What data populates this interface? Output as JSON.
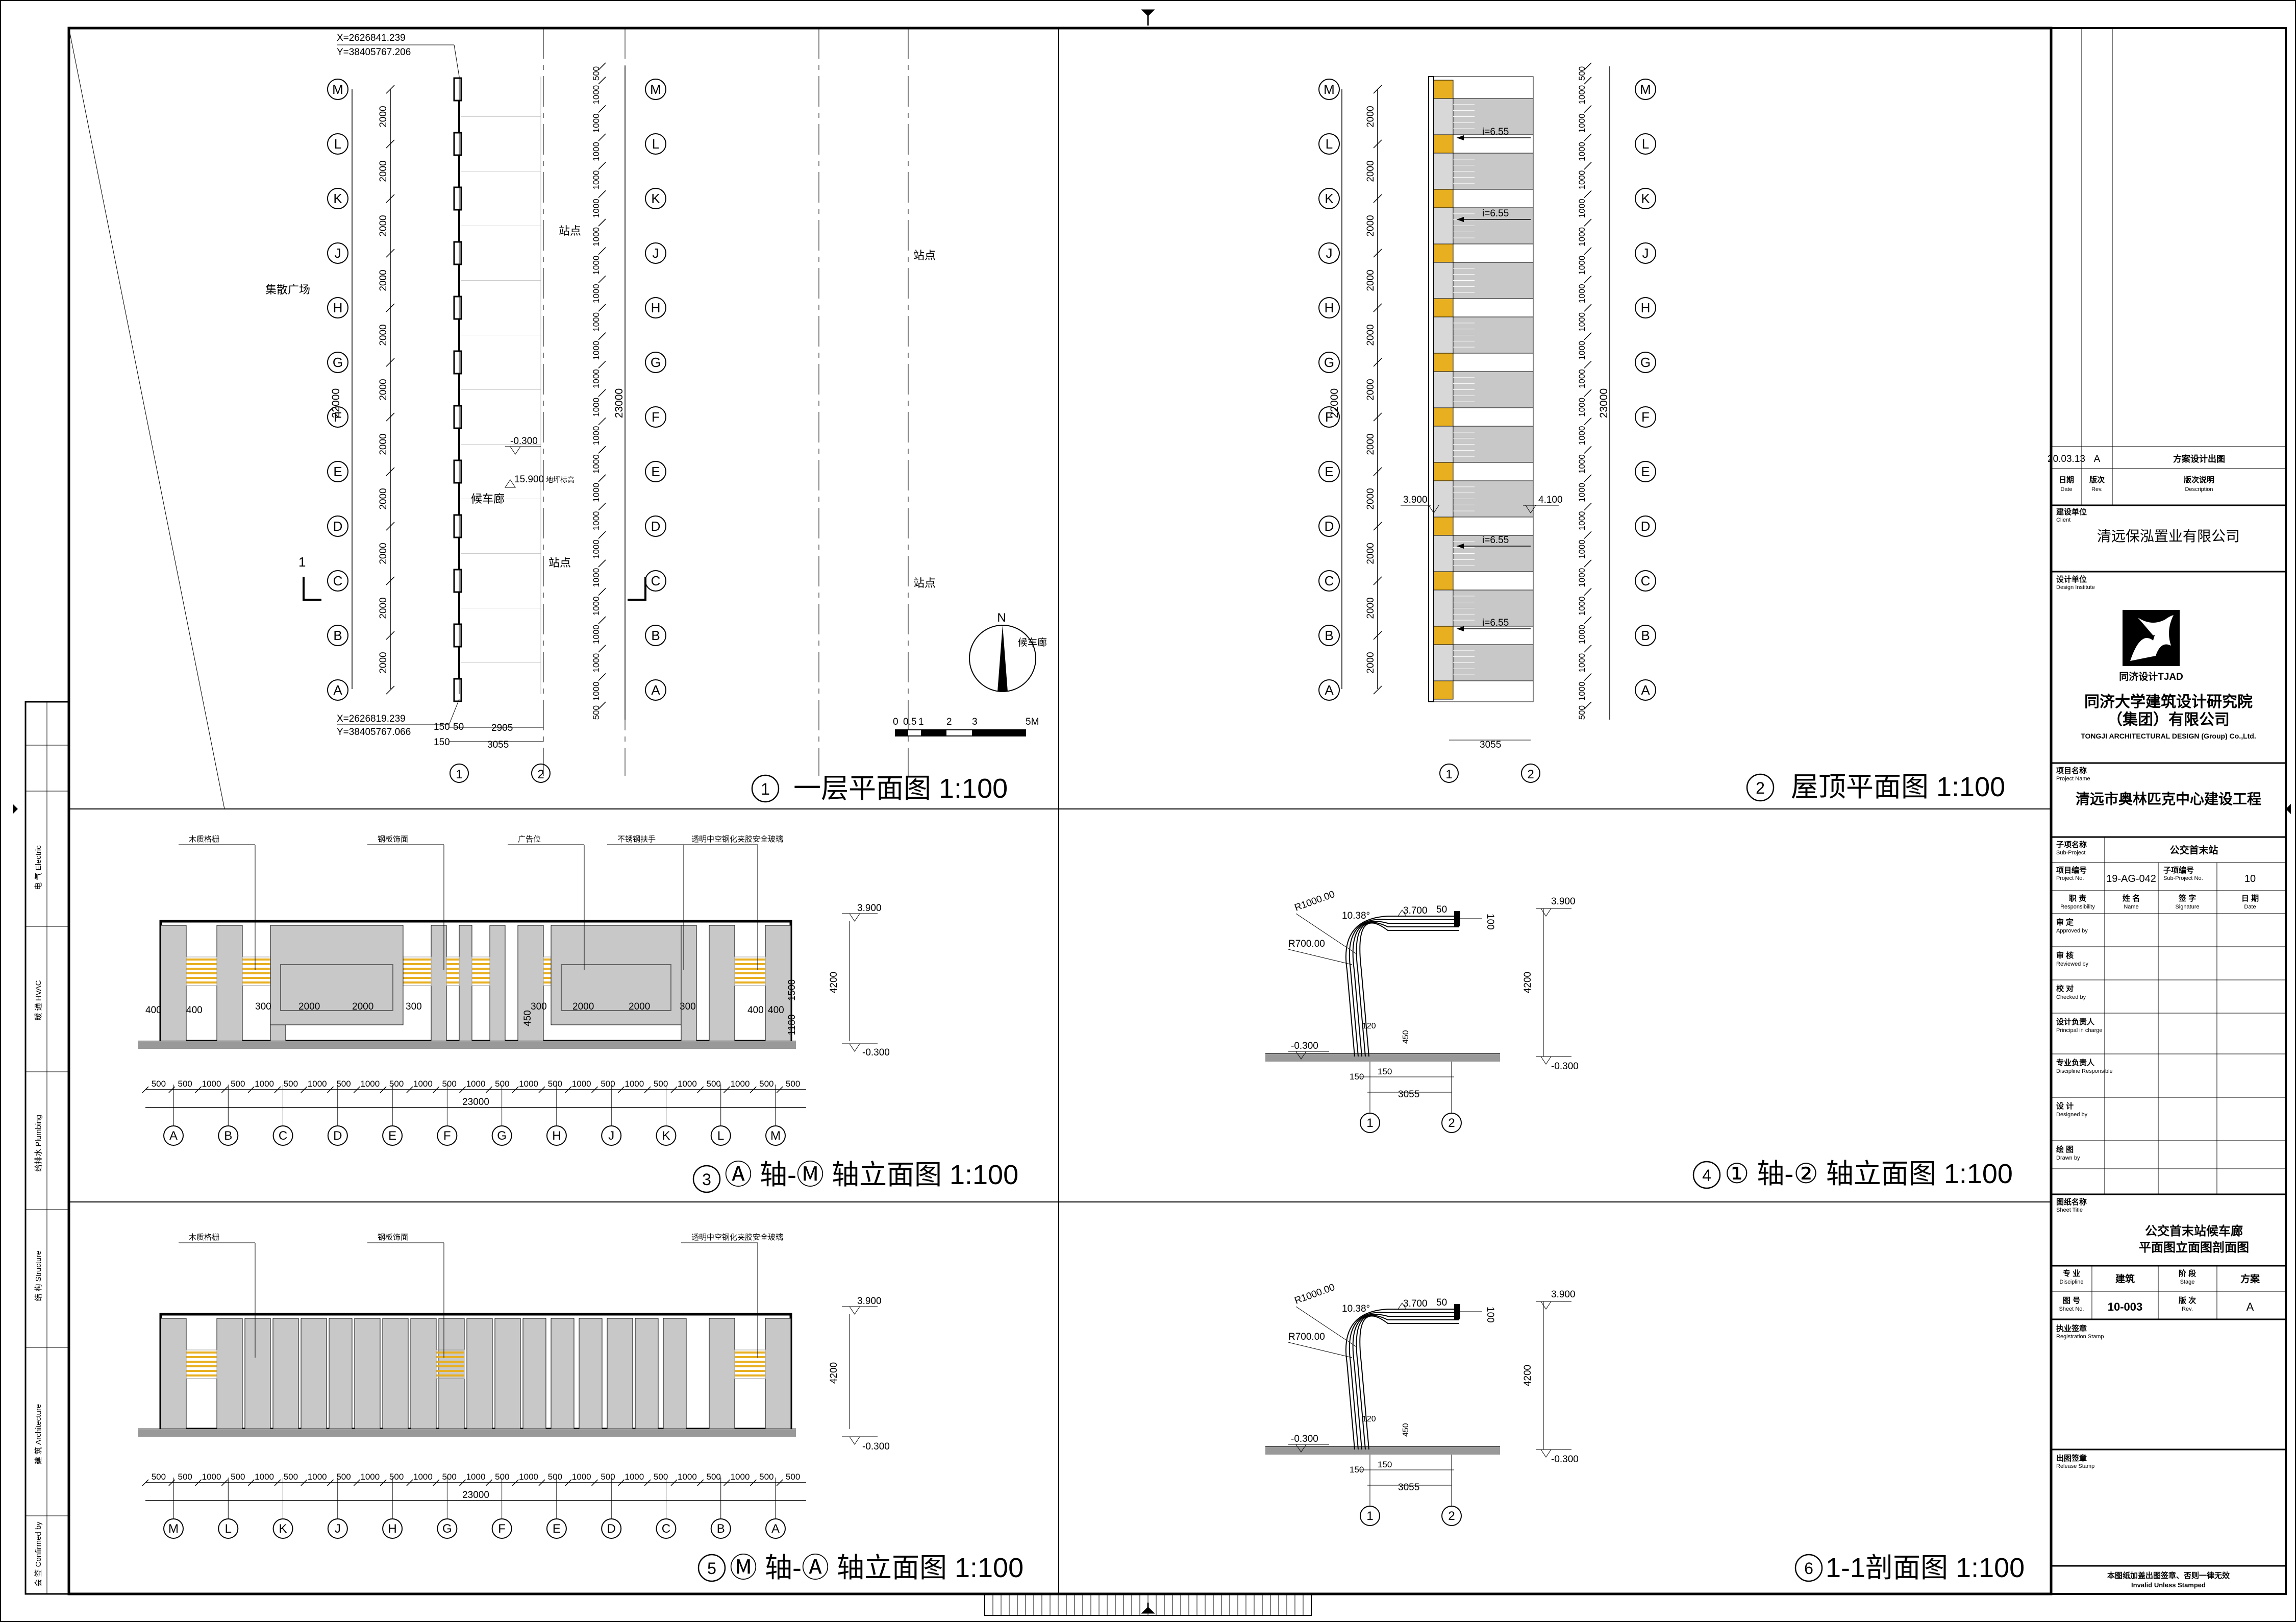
{
  "title_block": {
    "rev_date": "20.03.13",
    "rev_no": "A",
    "rev_desc": "方案设计出图",
    "rev_header_date_cn": "日期",
    "rev_header_date_en": "Date",
    "rev_header_rev_cn": "版次",
    "rev_header_rev_en": "Rev.",
    "rev_header_desc_cn": "版次说明",
    "rev_header_desc_en": "Description",
    "client_label_cn": "建设单位",
    "client_label_en": "Client",
    "client": "清远保泓置业有限公司",
    "institute_label_cn": "设计单位",
    "institute_label_en": "Design Institute",
    "logo_caption": "同济设计TJAD",
    "institute_cn_1": "同济大学建筑设计研究院",
    "institute_cn_2": "（集团）有限公司",
    "institute_en": "TONGJI ARCHITECTURAL DESIGN (Group) Co.,Ltd.",
    "project_label_cn": "项目名称",
    "project_label_en": "Project Name",
    "project": "清远市奥林匹克中心建设工程",
    "subproject_label_cn": "子项名称",
    "subproject_label_en": "Sub-Project",
    "subproject": "公交首末站",
    "project_no_label_cn": "项目编号",
    "project_no_label_en": "Project No.",
    "project_no": "19-AG-042",
    "subproject_no_label_cn": "子项编号",
    "subproject_no_label_en": "Sub-Project No.",
    "subproject_no": "10",
    "resp_label_cn": "职 责",
    "resp_label_en": "Responsibility",
    "name_label_cn": "姓 名",
    "name_label_en": "Name",
    "sign_label_cn": "签 字",
    "sign_label_en": "Signature",
    "date_label_cn": "日 期",
    "date_label_en": "Date",
    "roles": [
      {
        "cn": "审 定",
        "en": "Approved by"
      },
      {
        "cn": "审 核",
        "en": "Reviewed by"
      },
      {
        "cn": "校 对",
        "en": "Checked by"
      },
      {
        "cn": "设计负责人",
        "en": "Principal in charge"
      },
      {
        "cn": "专业负责人",
        "en": "Discipline Responsible"
      },
      {
        "cn": "设 计",
        "en": "Designed by"
      },
      {
        "cn": "绘 图",
        "en": "Drawn by"
      }
    ],
    "sheet_title_label_cn": "图纸名称",
    "sheet_title_label_en": "Sheet Title",
    "sheet_title_1": "公交首末站候车廊",
    "sheet_title_2": "平面图立面图剖面图",
    "discipline_label_cn": "专 业",
    "discipline_label_en": "Discipline",
    "discipline": "建筑",
    "stage_label_cn": "阶 段",
    "stage_label_en": "Stage",
    "stage": "方案",
    "sheet_no_label_cn": "图 号",
    "sheet_no_label_en": "Sheet No.",
    "sheet_no": "10-003",
    "rev_label_cn": "版 次",
    "rev_label_en": "Rev.",
    "rev": "A",
    "reg_stamp_cn": "执业签章",
    "reg_stamp_en": "Registration Stamp",
    "release_stamp_cn": "出图签章",
    "release_stamp_en": "Release Stamp",
    "invalid_cn": "本图纸加盖出图签章、否则一律无效",
    "invalid_en": "Invalid Unless Stamped"
  },
  "left_strip": {
    "labels": [
      "电 气 Electric",
      "暖 通 HVAC",
      "给排水 Plumbing",
      "结 构 Structure",
      "建 筑 Architecture",
      "会 签 Confirmed by"
    ]
  },
  "views": {
    "v1_no": "1",
    "v1_title": "一层平面图 1:100",
    "v2_no": "2",
    "v2_title": "屋顶平面图 1:100",
    "v3_no": "3",
    "v3_title": "Ⓐ 轴-Ⓜ 轴立面图 1:100",
    "v4_no": "4",
    "v4_title": "① 轴-② 轴立面图 1:100",
    "v5_no": "5",
    "v5_title": "Ⓜ 轴-Ⓐ 轴立面图 1:100",
    "v6_no": "6",
    "v6_title": "1-1剖面图 1:100"
  },
  "plan": {
    "axes": [
      "M",
      "L",
      "K",
      "J",
      "H",
      "G",
      "F",
      "E",
      "D",
      "C",
      "B",
      "A"
    ],
    "spacing_label": "2000",
    "total_label": "22000",
    "right_total": "23000",
    "coord_top_x": "X=2626841.239",
    "coord_top_y": "Y=38405767.206",
    "coord_bot_x": "X=2626819.239",
    "coord_bot_y": "Y=38405767.066",
    "plaza": "集散广场",
    "station": "站点",
    "corridor": "候车廊",
    "lvl_neg": "-0.300",
    "lvl_15": "15.900",
    "lvl_15_note": "地坪标高",
    "dim_150": "150",
    "dim_50": "50",
    "dim_2905": "2905",
    "dim_3055": "3055",
    "cut_mark": "1",
    "axis_1": "1",
    "axis_2": "2",
    "north": "N",
    "scale_labels": [
      "0",
      "0.5",
      "1",
      "2",
      "3",
      "5M"
    ],
    "right_dims": [
      "500",
      "1000",
      "500",
      "1000",
      "500",
      "1000",
      "500",
      "1000",
      "500"
    ]
  },
  "roof": {
    "slope": "i=6.55",
    "lvl_39": "3.900",
    "lvl_41": "4.100",
    "dim_3055": "3055",
    "total": "22000",
    "right_total": "23000"
  },
  "elev": {
    "callouts": [
      "木质格栅",
      "钢板饰面",
      "广告位",
      "不锈钢扶手",
      "透明中空钢化夹胶安全玻璃"
    ],
    "callouts_b": [
      "木质格栅",
      "钢板饰面",
      "透明中空钢化夹胶安全玻璃"
    ],
    "lvl_39": "3.900",
    "lvl_neg": "-0.300",
    "h_4200": "4200",
    "h_1500": "1500",
    "h_1180": "1180",
    "d_400": "400",
    "d_300": "300",
    "d_2000": "2000",
    "d_450": "450",
    "d_500": "500",
    "d_1000": "1000",
    "total": "23000",
    "axes_am": [
      "A",
      "B",
      "C",
      "D",
      "E",
      "F",
      "G",
      "H",
      "J",
      "K",
      "L",
      "M"
    ],
    "axes_ma": [
      "M",
      "L",
      "K",
      "J",
      "H",
      "G",
      "F",
      "E",
      "D",
      "C",
      "B",
      "A"
    ]
  },
  "side": {
    "r1000": "R1000.00",
    "r700": "R700.00",
    "angle": "10.38°",
    "lvl_37": "3.700",
    "lvl_39": "3.900",
    "lvl_neg": "-0.300",
    "d_50": "50",
    "d_100": "100",
    "d_4200": "4200",
    "d_150": "150",
    "d_450": "450",
    "d_3055": "3055",
    "d_120": "120",
    "axis_1": "1",
    "axis_2": "2"
  }
}
